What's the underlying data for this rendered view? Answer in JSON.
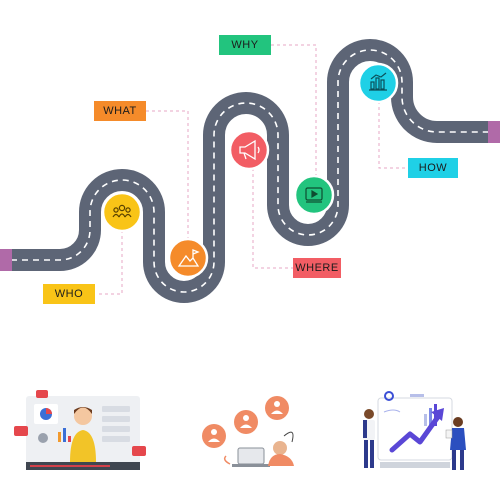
{
  "labels": {
    "who": "WHO",
    "what": "WHAT",
    "why": "WHY",
    "where": "WHERE",
    "how": "HOW"
  },
  "colors": {
    "road": "#5d6576",
    "road_dash": "#ffffff",
    "road_end": "#b06aa8",
    "who": "#f9c417",
    "what": "#f58b2a",
    "where": "#f25d64",
    "why": "#22c47e",
    "how": "#1fd0e6",
    "connector": "#e7a7c6"
  },
  "milestones": [
    {
      "key": "who",
      "icon": "team-icon"
    },
    {
      "key": "what",
      "icon": "mountain-flag-icon"
    },
    {
      "key": "where",
      "icon": "megaphone-icon"
    },
    {
      "key": "why",
      "icon": "video-player-icon"
    },
    {
      "key": "how",
      "icon": "bar-chart-icon"
    }
  ],
  "illustrations": [
    {
      "name": "video-presentation-illustration"
    },
    {
      "name": "user-network-illustration"
    },
    {
      "name": "analytics-team-illustration"
    }
  ]
}
